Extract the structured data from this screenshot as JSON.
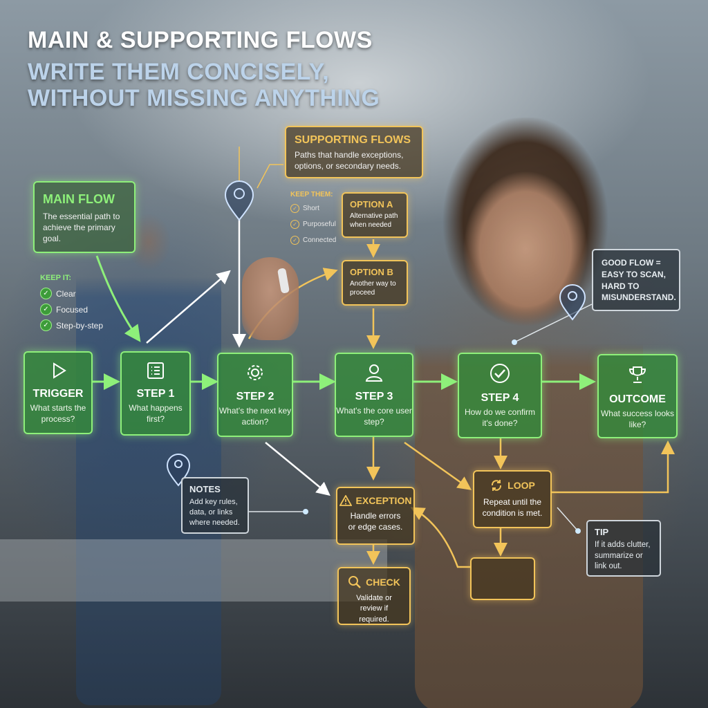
{
  "title": {
    "line1": "MAIN & SUPPORTING FLOWS",
    "line2": "WRITE THEM CONCISELY,",
    "line3": "WITHOUT MISSING ANYTHING"
  },
  "main_flow": {
    "label": "MAIN FLOW",
    "desc": "The essential path to achieve the primary goal.",
    "keep_label": "KEEP IT:",
    "keep_items": [
      "Clear",
      "Focused",
      "Step-by-step"
    ]
  },
  "supporting_flows": {
    "label": "SUPPORTING FLOWS",
    "desc": "Paths that handle exceptions, options, or secondary needs.",
    "keep_label": "KEEP THEM:",
    "keep_items": [
      "Short",
      "Purposeful",
      "Connected"
    ]
  },
  "steps": [
    {
      "title": "TRIGGER",
      "desc": "What starts the process?",
      "icon": "play-icon"
    },
    {
      "title": "STEP 1",
      "desc": "What happens first?",
      "icon": "list-icon"
    },
    {
      "title": "STEP 2",
      "desc": "What's the next key action?",
      "icon": "gear-icon"
    },
    {
      "title": "STEP 3",
      "desc": "What's the core user step?",
      "icon": "user-icon"
    },
    {
      "title": "STEP 4",
      "desc": "How do we confirm it's done?",
      "icon": "check-circle-icon"
    },
    {
      "title": "OUTCOME",
      "desc": "What success looks like?",
      "icon": "trophy-icon"
    }
  ],
  "option_a": {
    "title": "OPTION A",
    "desc": "Alternative path when needed"
  },
  "option_b": {
    "title": "OPTION B",
    "desc": "Another way to proceed"
  },
  "exception": {
    "title": "EXCEPTION",
    "desc": "Handle errors or edge cases.",
    "icon": "warning-icon"
  },
  "check": {
    "title": "CHECK",
    "desc": "Validate or review if required.",
    "icon": "magnifier-icon"
  },
  "loop": {
    "title": "LOOP",
    "desc": "Repeat until the condition is met.",
    "icon": "loop-icon"
  },
  "good_flow": {
    "text": "GOOD FLOW = EASY TO SCAN, HARD TO MISUNDERSTAND."
  },
  "notes": {
    "title": "NOTES",
    "desc": "Add key rules, data, or links where needed."
  },
  "tip": {
    "title": "TIP",
    "desc": "If it adds clutter, summarize or link out."
  },
  "colors": {
    "main_green": "#8ef07a",
    "support_yellow": "#f2c45a",
    "white_arrow": "#ffffff"
  }
}
